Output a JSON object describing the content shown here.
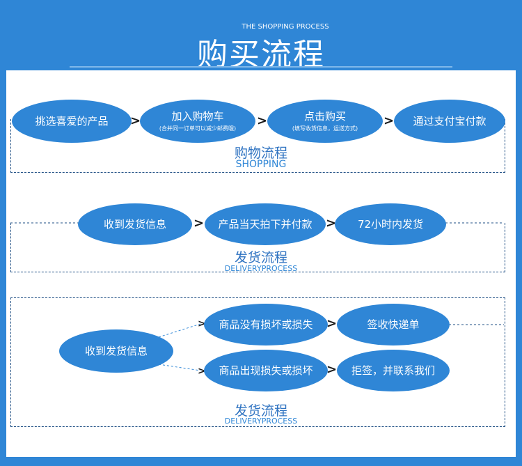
{
  "header": {
    "subtitle_en": "THE SHOPPING PROCESS",
    "title": "购买流程"
  },
  "shopping": {
    "steps": [
      {
        "label": "挑选喜爱的产品",
        "note": ""
      },
      {
        "label": "加入购物车",
        "note": "(合并同一订单可以减少邮费哦)"
      },
      {
        "label": "点击购买",
        "note": "(填写收货信息，运送方式)"
      },
      {
        "label": "通过支付宝付款",
        "note": ""
      }
    ],
    "title": "购物流程",
    "subtitle": "SHOPPING"
  },
  "delivery": {
    "steps": [
      "收到发货信息",
      "产品当天拍下并付款",
      "72小时内发货"
    ],
    "title": "发货流程",
    "subtitle": "DELIVERYPROCESS"
  },
  "receipt": {
    "start": "收到发货信息",
    "branch_ok": {
      "check": "商品没有损坏或损失",
      "result": "签收快递单"
    },
    "branch_bad": {
      "check": "商品出现损失或损坏",
      "result": "拒签，并联系我们"
    },
    "title": "发货流程",
    "subtitle": "DELIVERYPROCESS"
  },
  "colors": {
    "primary_blue": "#2f86d6",
    "title_blue": "#2f73c1",
    "dash_border": "#1f4f84"
  }
}
